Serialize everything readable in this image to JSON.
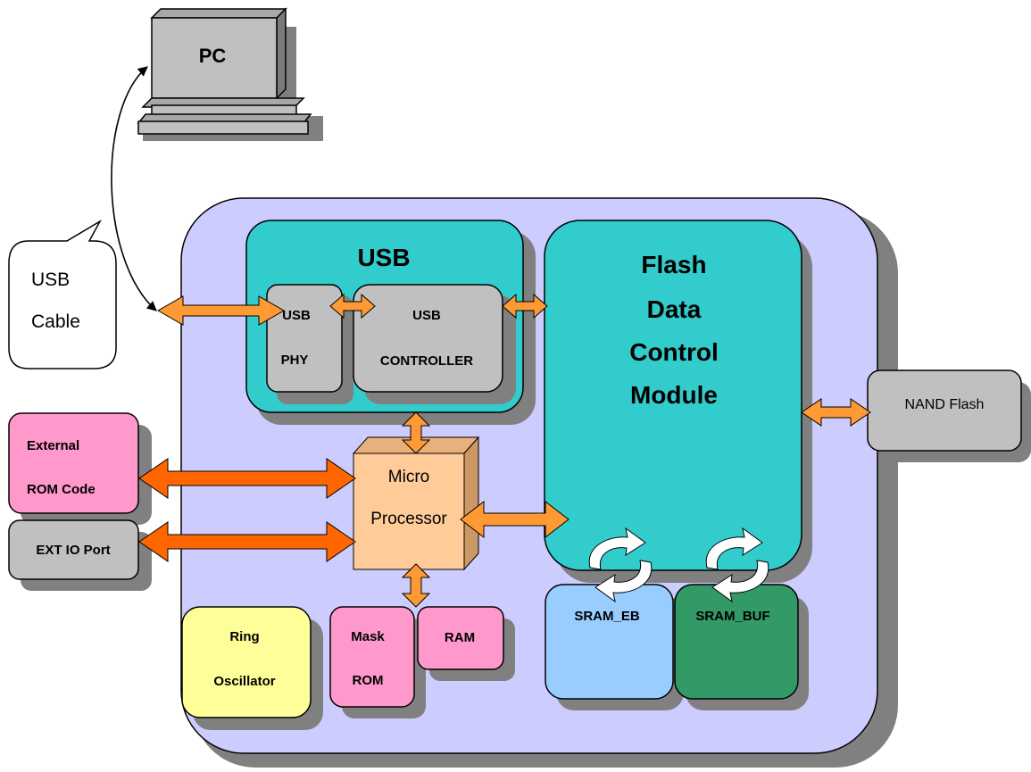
{
  "pc": {
    "label": "PC"
  },
  "cable": {
    "line1": "USB",
    "line2": "Cable"
  },
  "usb": {
    "title": "USB",
    "phy": {
      "line1": "USB",
      "line2": "PHY"
    },
    "controller": {
      "line1": "USB",
      "line2": "CONTROLLER"
    }
  },
  "flash_module": {
    "line1": "Flash",
    "line2": "Data",
    "line3": "Control",
    "line4": "Module"
  },
  "nand": {
    "label": "NAND Flash"
  },
  "external_rom": {
    "line1": "External",
    "line2": "ROM Code"
  },
  "ext_io": {
    "label": "EXT IO Port"
  },
  "micro": {
    "line1": "Micro",
    "line2": "Processor"
  },
  "sram_eb": {
    "label": "SRAM_EB"
  },
  "sram_buf": {
    "label": "SRAM_BUF"
  },
  "ring_osc": {
    "line1": "Ring",
    "line2": "Oscillator"
  },
  "mask_rom": {
    "line1": "Mask",
    "line2": "ROM"
  },
  "ram": {
    "label": "RAM"
  },
  "colors": {
    "chip_body": "#ccccff",
    "usb_block": "#33cccc",
    "gray_block": "#c0c0c0",
    "pink_block": "#ff99cc",
    "processor": "#ffcc99",
    "sram_eb": "#99ccff",
    "sram_buf": "#339966",
    "oscillator": "#ffff99",
    "arrow_orange": "#ff9933",
    "arrow_dark_orange": "#ff6600"
  }
}
